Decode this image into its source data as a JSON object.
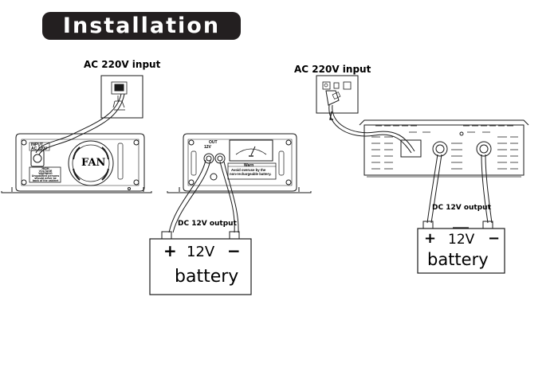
{
  "header": {
    "title": "Installation"
  },
  "left_setup": {
    "ac_label": "AC 220V input",
    "fan_label": "FAN",
    "input_tag": "INPUT",
    "input_spec": "AC 220V",
    "warning_lines": [
      "HIGH",
      "VOLTAGE",
      "WARNING",
      "Unqualified persons",
      "should never be",
      "back of the cabinet"
    ],
    "out_tag": "OUT",
    "out_spec": "12V",
    "warn_title": "Warn",
    "warn_lines": [
      "Avoid overuse by the",
      "non-rechargeable battery."
    ],
    "dc_label": "DC 12V output",
    "battery": {
      "plus": "+",
      "voltage": "12V",
      "minus": "−",
      "name": "battery"
    }
  },
  "right_setup": {
    "ac_label": "AC 220V input",
    "dc_label": "DC 12V output",
    "battery": {
      "plus": "+",
      "voltage": "12V",
      "minus": "−",
      "name": "battery"
    }
  }
}
